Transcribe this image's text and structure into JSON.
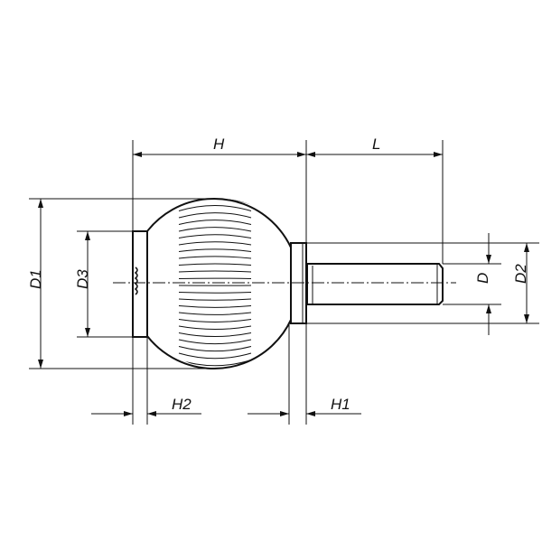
{
  "title": "Ball knob with threaded stud - dimension drawing",
  "labels": {
    "H": "H",
    "L": "L",
    "D1": "D1",
    "D3": "D3",
    "D": "D",
    "D2": "D2",
    "H1": "H1",
    "H2": "H2"
  },
  "colors": {
    "line": "#111111",
    "background": "#ffffff"
  }
}
